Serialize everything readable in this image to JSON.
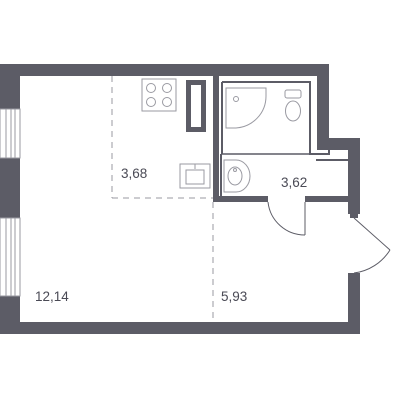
{
  "colors": {
    "wall": "#5c5c66",
    "fixture": "#9a9aa2",
    "zone_line": "#9a9aa2",
    "label": "#4a4a55",
    "background": "#ffffff"
  },
  "rooms": [
    {
      "id": "living",
      "area": "12,14"
    },
    {
      "id": "kitchen",
      "area": "3,68"
    },
    {
      "id": "bathroom",
      "area": "3,62"
    },
    {
      "id": "hallway",
      "area": "5,93"
    }
  ]
}
